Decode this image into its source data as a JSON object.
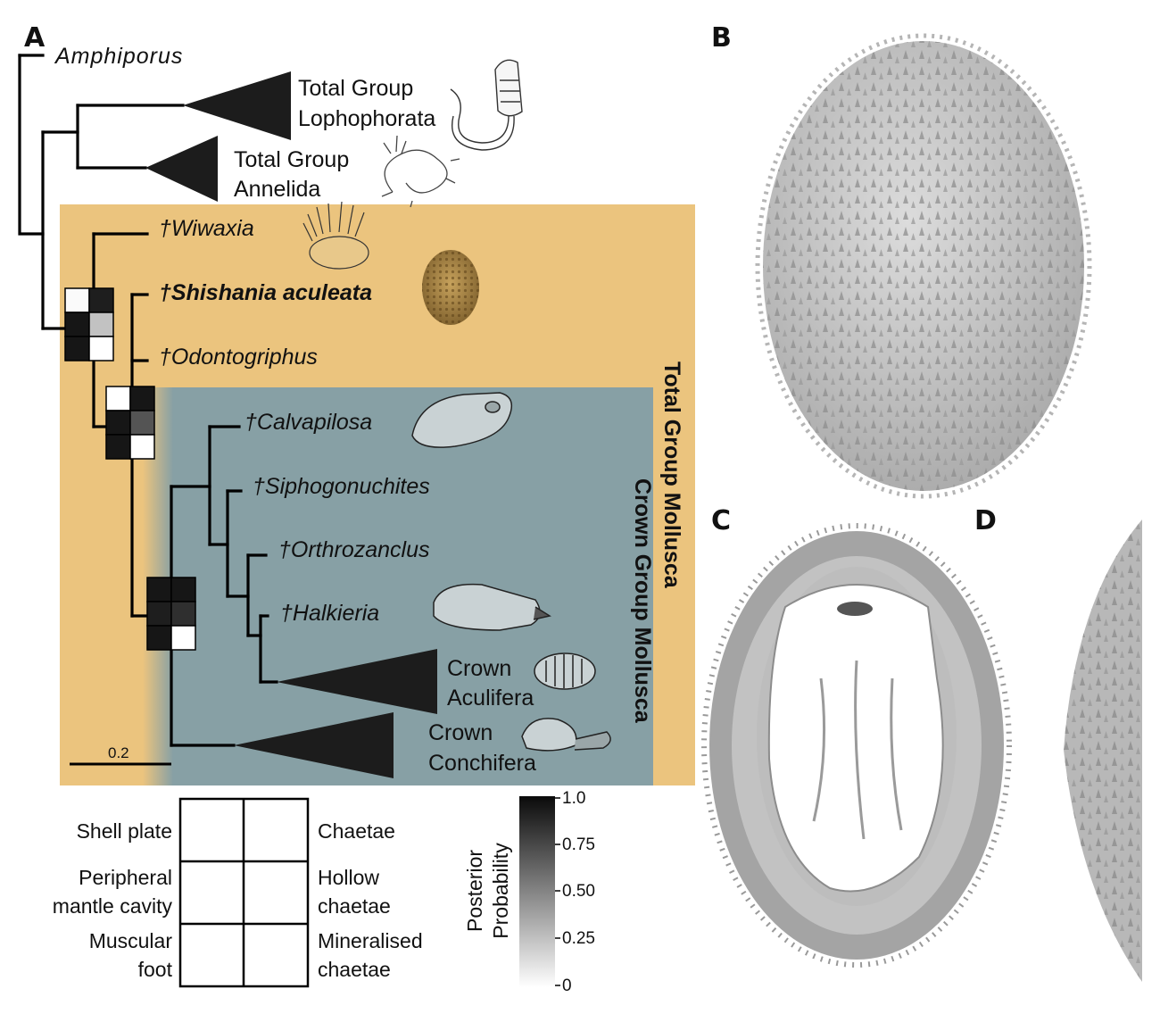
{
  "panels": {
    "a": "A",
    "b": "B",
    "c": "C",
    "d": "D"
  },
  "taxa": {
    "amphiporus": "Amphiporus",
    "lophophorata_1": "Total Group",
    "lophophorata_2": "Lophophorata",
    "annelida_1": "Total Group",
    "annelida_2": "Annelida",
    "wiwaxia": "†Wiwaxia",
    "shishania": "†Shishania aculeata",
    "odontogriphus": "†Odontogriphus",
    "calvapilosa": "†Calvapilosa",
    "siphogonuchites": "†Siphogonuchites",
    "orthrozanclus": "†Orthrozanclus",
    "halkieria": "†Halkieria",
    "aculifera_1": "Crown",
    "aculifera_2": "Aculifera",
    "conchifera_1": "Crown",
    "conchifera_2": "Conchifera"
  },
  "groups": {
    "total_mollusca": "Total Group Mollusca",
    "crown_mollusca": "Crown Group Mollusca"
  },
  "scale_bar": "0.2",
  "legend": {
    "left": [
      "Shell plate",
      "Peripheral",
      "mantle cavity",
      "Muscular",
      "foot"
    ],
    "right": [
      "Chaetae",
      "Hollow",
      "chaetae",
      "Mineralised",
      "chaetae"
    ]
  },
  "colorbar": {
    "title_1": "Posterior",
    "title_2": "Probability",
    "ticks": [
      "1.0",
      "0.75",
      "0.50",
      "0.25",
      "0"
    ]
  },
  "node_probabilities": {
    "node_wiwaxia": [
      [
        0.02,
        0.92
      ],
      [
        0.95,
        0.25
      ],
      [
        0.95,
        0.0
      ]
    ],
    "node_odontogriphus": [
      [
        0.0,
        0.95
      ],
      [
        0.95,
        0.7
      ],
      [
        0.95,
        0.0
      ]
    ],
    "node_crown": [
      [
        0.95,
        0.95
      ],
      [
        0.92,
        0.85
      ],
      [
        0.95,
        0.0
      ]
    ]
  },
  "colors": {
    "total_group_bg": "#ebc47e",
    "crown_group_bg": "#87a0a5",
    "clade_fill": "#1c1c1c"
  }
}
